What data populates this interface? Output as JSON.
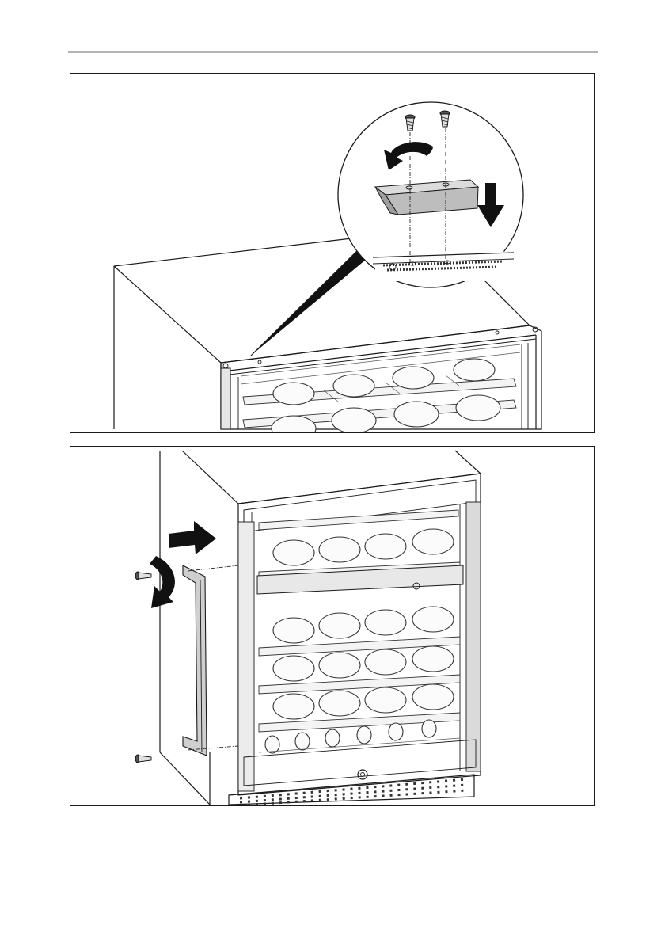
{
  "page": {
    "figures": [
      {
        "id": "mount-top-bracket",
        "arrows": [
          "rotate-arrow",
          "down-arrow"
        ]
      },
      {
        "id": "mount-door-handle",
        "arrows": [
          "push-arrow",
          "rotate-arrow"
        ]
      }
    ]
  },
  "colors": {
    "line": "#1a1a1a",
    "rule": "#b4b4b4",
    "bracket": "#bdbdbd",
    "arrow": "#111111"
  }
}
